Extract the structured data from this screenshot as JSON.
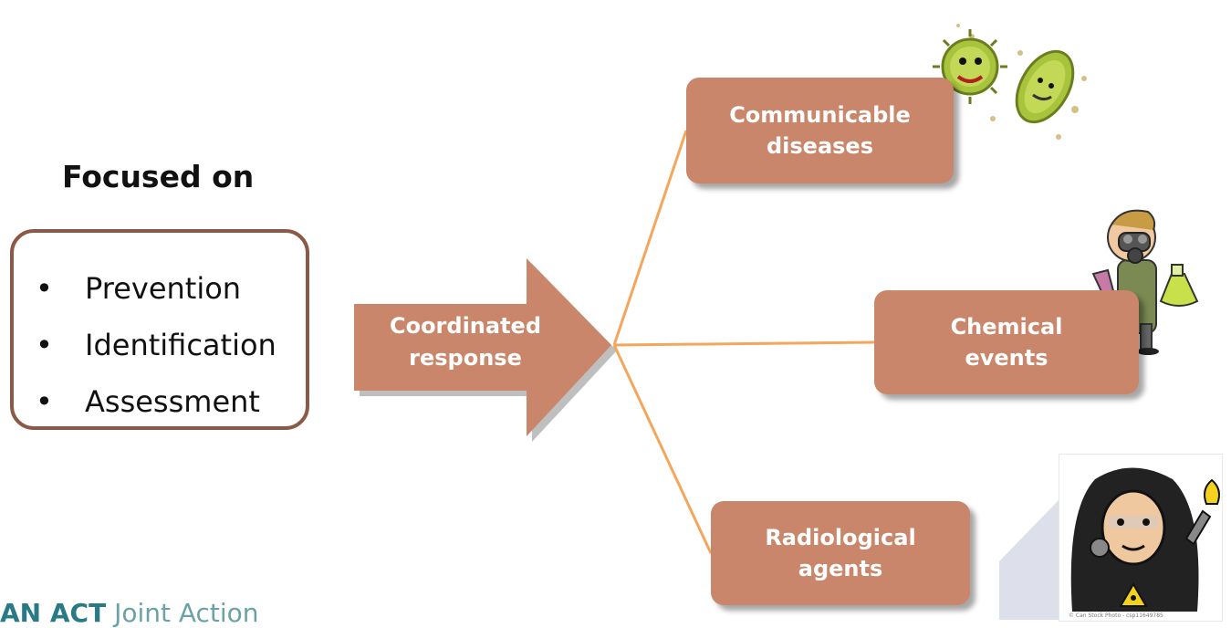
{
  "heading": "Focused on",
  "focus_items": [
    "Prevention",
    "Identification",
    "Assessment"
  ],
  "arrow": {
    "label_line1": "Coordinated",
    "label_line2": "response"
  },
  "targets": [
    {
      "line1": "Communicable",
      "line2": "diseases"
    },
    {
      "line1": "Chemical",
      "line2": "events"
    },
    {
      "line1": "Radiological",
      "line2": "agents"
    }
  ],
  "footer": {
    "bold": "AN ACT",
    "rest": " Joint Action"
  },
  "image_credit": "© Can Stock Photo - csp11649785",
  "colors": {
    "box_fill": "#c9866a",
    "connector": "#f4a65c",
    "border": "#8b5a45"
  },
  "icons": [
    "germs-illustration",
    "chemist-gas-mask-illustration",
    "hazmat-suit-illustration"
  ]
}
